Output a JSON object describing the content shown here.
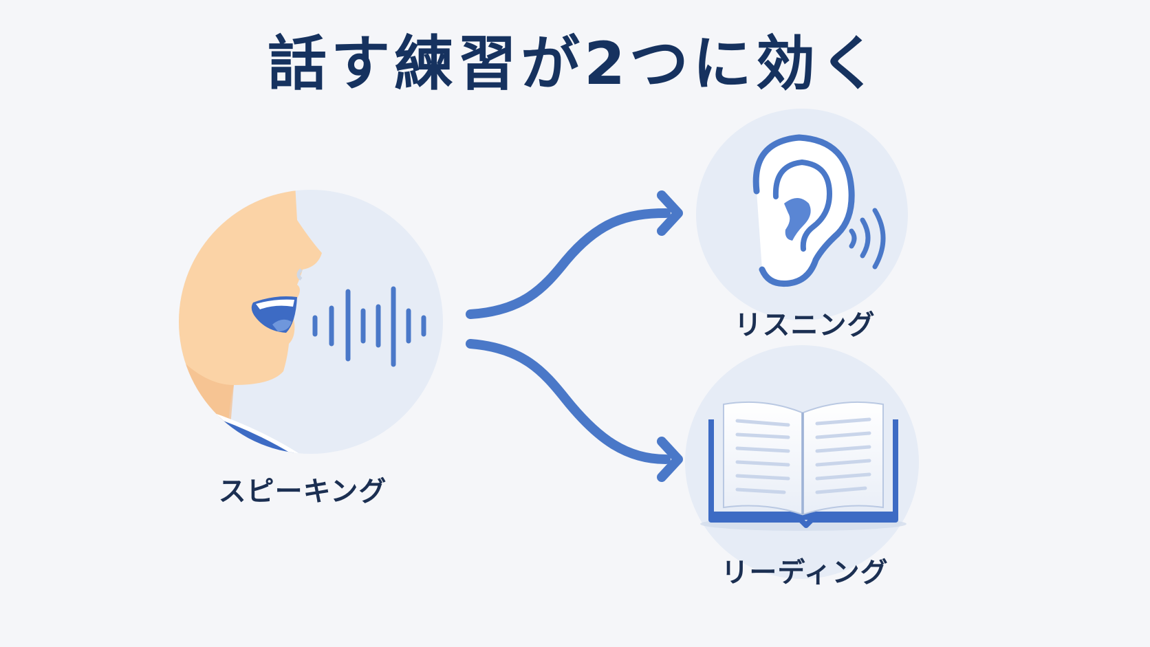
{
  "title": "話す練習が2つに効く",
  "nodes": {
    "speaking": {
      "label": "スピーキング",
      "icon": "speaking-face-icon"
    },
    "listening": {
      "label": "リスニング",
      "icon": "ear-icon"
    },
    "reading": {
      "label": "リーディング",
      "icon": "open-book-icon"
    }
  },
  "colors": {
    "title": "#16325f",
    "label": "#1b2f52",
    "accent": "#4a78c8",
    "circle_bg": "#e6ecf6",
    "skin": "#fbd3a6",
    "background": "#f5f6f9"
  }
}
